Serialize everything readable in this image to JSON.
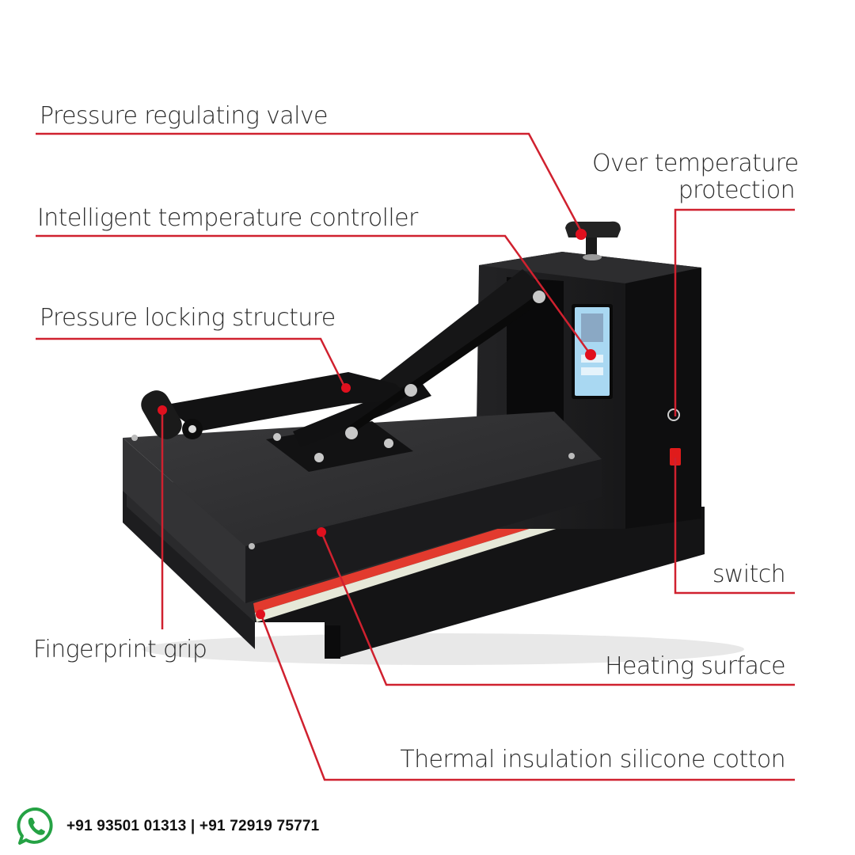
{
  "diagram": {
    "subject": "Heat press machine",
    "accent_color": "#d0212f",
    "machine_color": "#1c1c1e",
    "labels": [
      {
        "id": "pressure-regulating-valve",
        "text": "Pressure regulating valve"
      },
      {
        "id": "over-temperature-protection",
        "line1": "Over temperature",
        "line2": "protection"
      },
      {
        "id": "intelligent-temperature-controller",
        "text": "Intelligent temperature controller"
      },
      {
        "id": "pressure-locking-structure",
        "text": "Pressure locking structure"
      },
      {
        "id": "switch",
        "text": "switch"
      },
      {
        "id": "fingerprint-grip",
        "text": "Fingerprint grip"
      },
      {
        "id": "heating-surface",
        "text": "Heating surface"
      },
      {
        "id": "thermal-insulation",
        "text": "Thermal insulation silicone cotton"
      }
    ],
    "controller_display": {
      "screen_color": "#a9d8f2"
    }
  },
  "footer": {
    "icon": "whatsapp-icon",
    "icon_color": "#25a244",
    "contact": "+91 93501 01313 | +91 72919 75771"
  }
}
